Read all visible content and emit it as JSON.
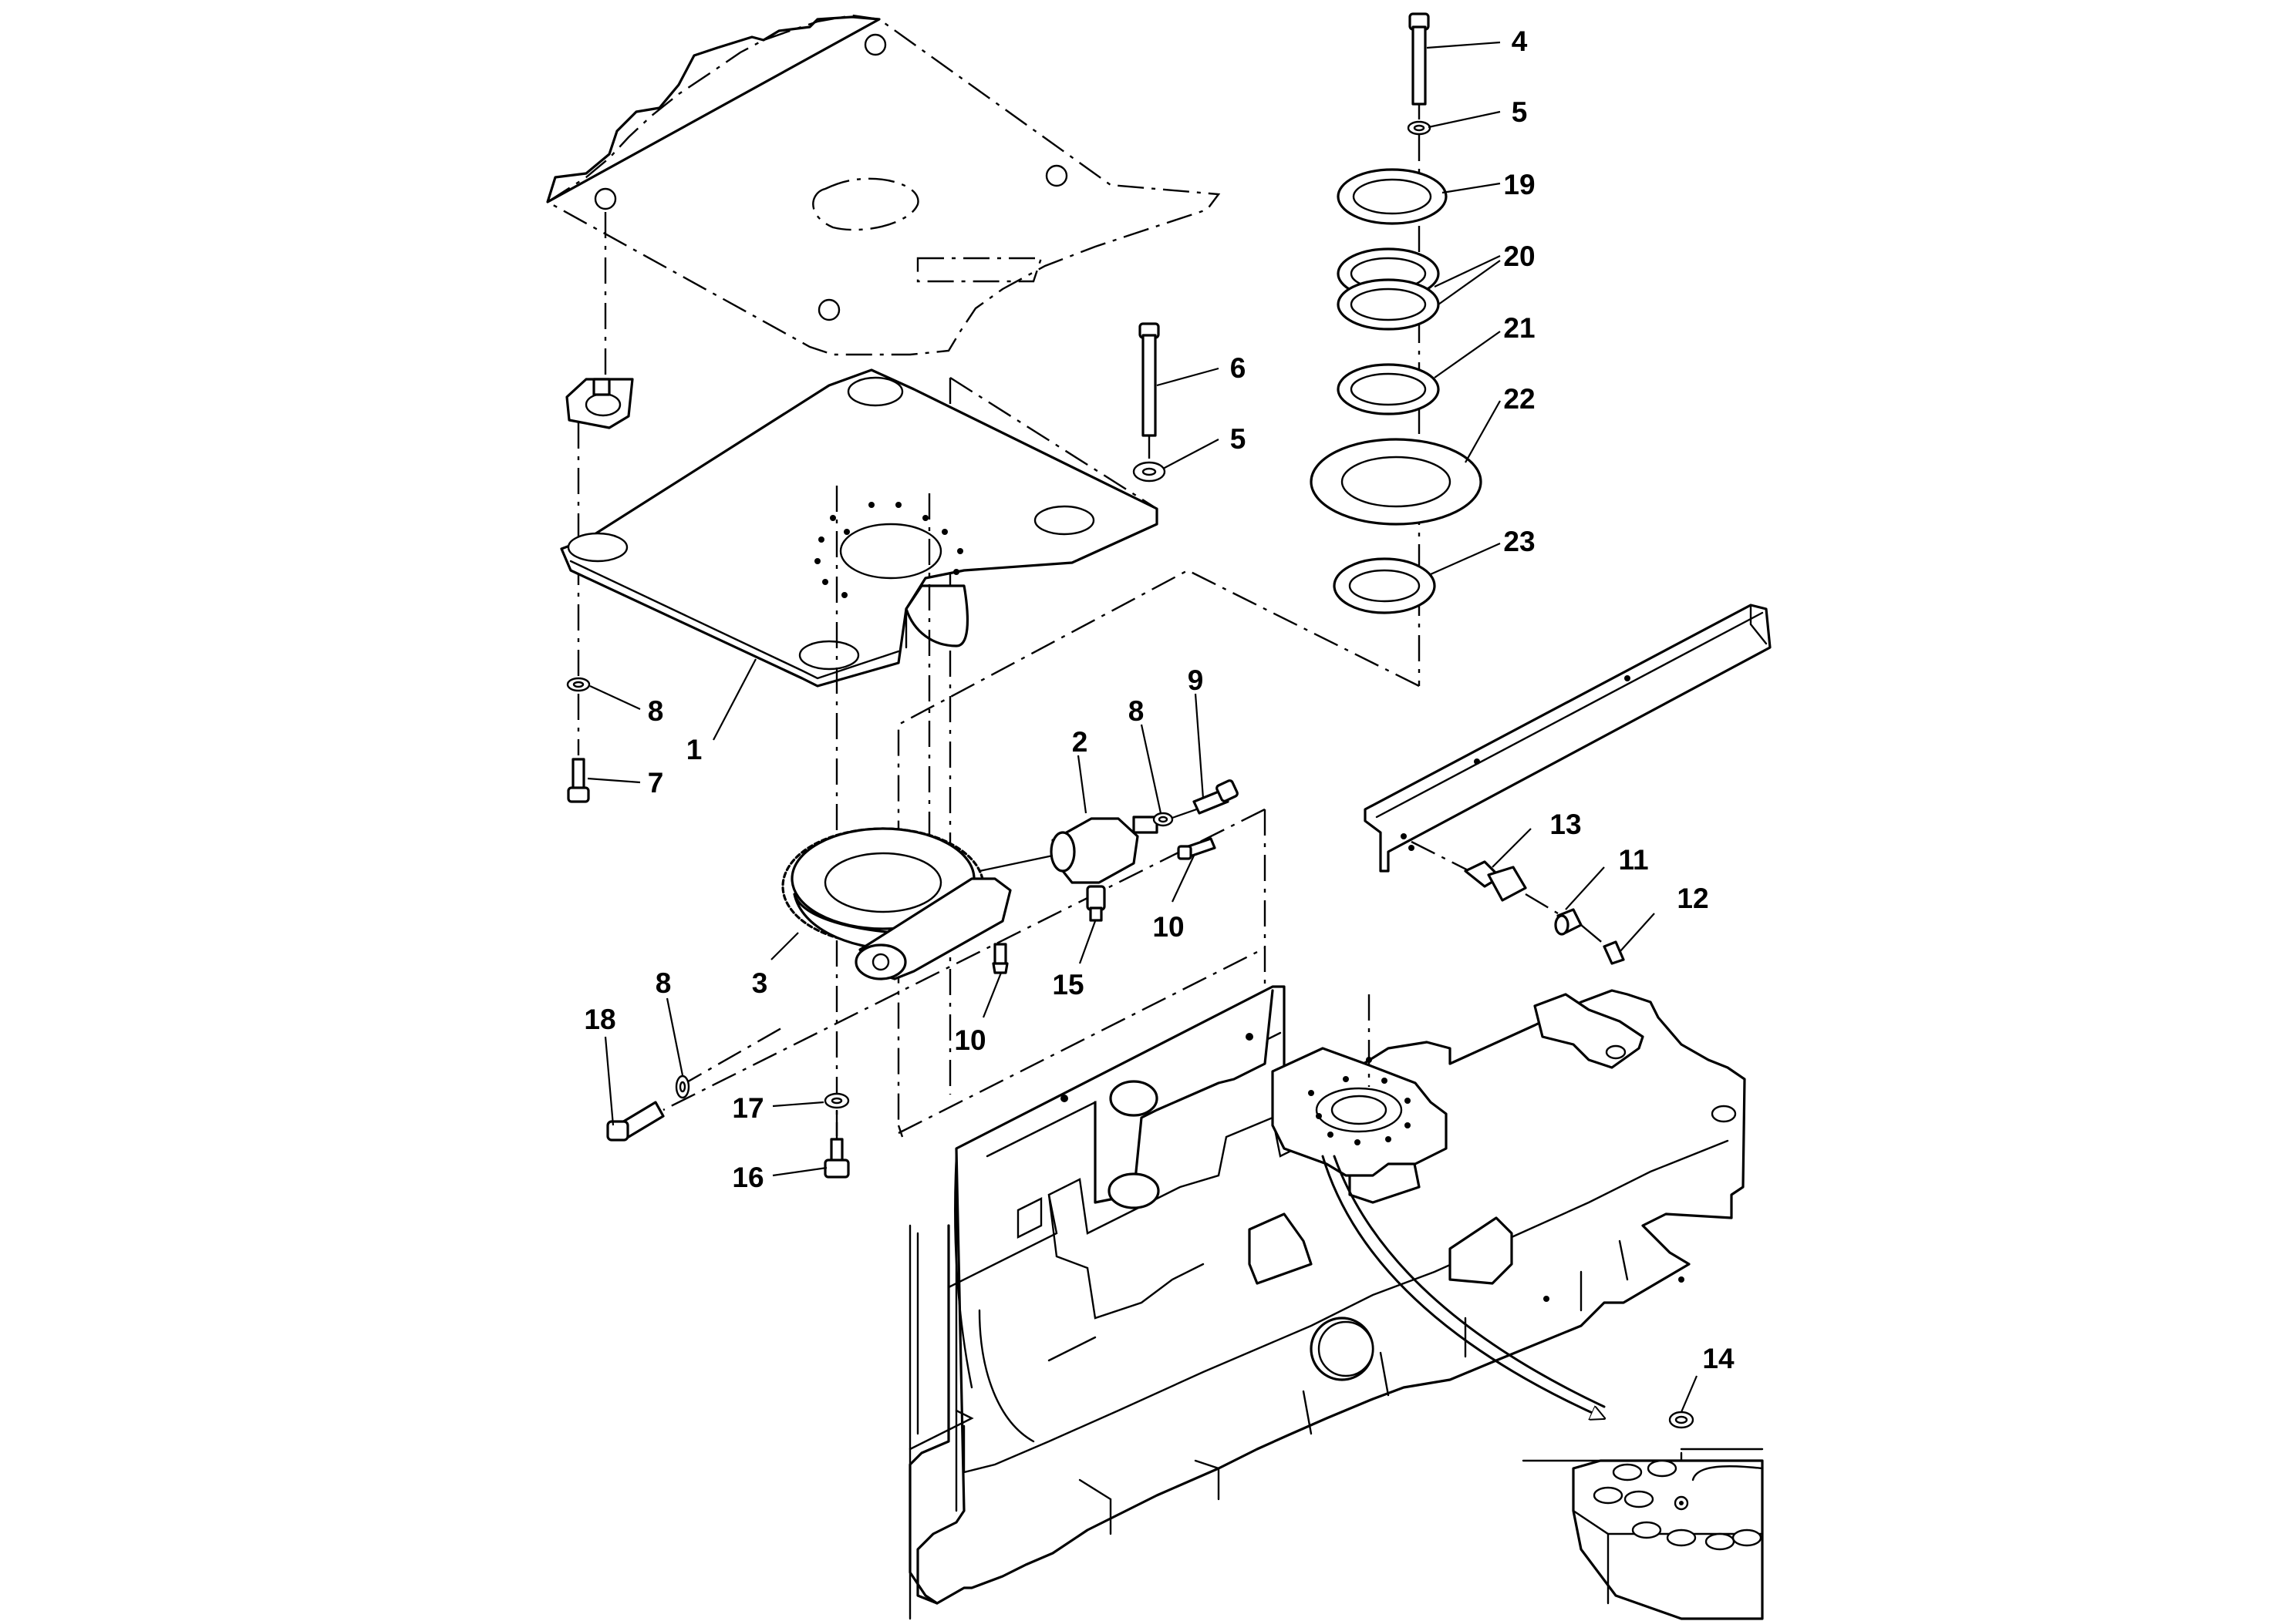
{
  "callouts": {
    "c1": "1",
    "c2": "2",
    "c3": "3",
    "c4": "4",
    "c5a": "5",
    "c5b": "5",
    "c6": "6",
    "c7": "7",
    "c8a": "8",
    "c8b": "8",
    "c8c": "8",
    "c9": "9",
    "c10a": "10",
    "c10b": "10",
    "c11": "11",
    "c12": "12",
    "c13": "13",
    "c14": "14",
    "c15": "15",
    "c16": "16",
    "c17": "17",
    "c18": "18",
    "c19": "19",
    "c20": "20",
    "c21": "21",
    "c22": "22",
    "c23": "23"
  }
}
